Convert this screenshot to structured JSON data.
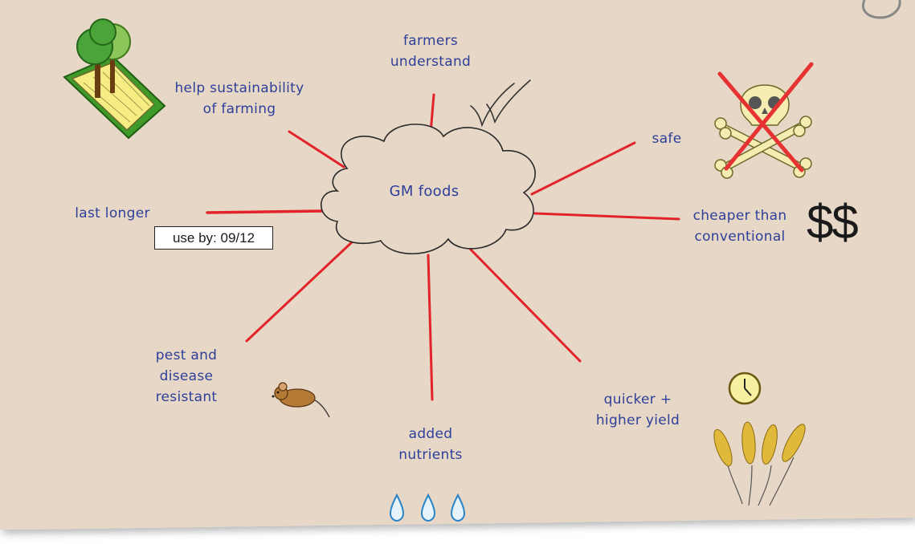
{
  "center": {
    "label": "GM foods"
  },
  "branches": [
    {
      "key": "farmers",
      "lines": [
        "farmers",
        "understand"
      ]
    },
    {
      "key": "sustain",
      "lines": [
        "help sustainability",
        "of farming"
      ]
    },
    {
      "key": "safe",
      "lines": [
        "safe"
      ]
    },
    {
      "key": "cheaper",
      "lines": [
        "cheaper than",
        "conventional"
      ]
    },
    {
      "key": "last",
      "lines": [
        "last longer"
      ]
    },
    {
      "key": "pest",
      "lines": [
        "pest and",
        "disease",
        "resistant"
      ]
    },
    {
      "key": "nutrients",
      "lines": [
        "added",
        "nutrients"
      ]
    },
    {
      "key": "quicker",
      "lines": [
        "quicker +",
        "higher yield"
      ]
    }
  ],
  "use_by_label": "use by: 09/12",
  "money_symbol": "$$",
  "icons": [
    "tree-field-icon",
    "checkmarks-icon",
    "crossed-skull-icon",
    "dollar-icon",
    "mouse-icon",
    "water-drops-icon",
    "clock-icon",
    "wheat-icon"
  ],
  "colors": {
    "paper": "#e7d7c6",
    "ink_blue": "#2e3f9a",
    "branch_red": "#e2242a",
    "cross_red": "#e63232"
  }
}
